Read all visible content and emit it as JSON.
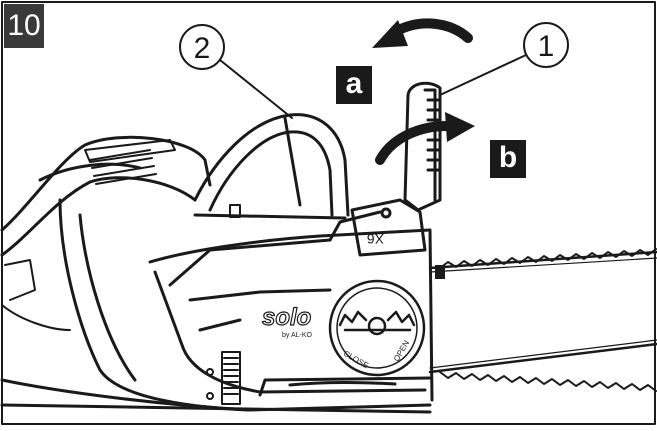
{
  "figure": {
    "number": "10",
    "callouts": [
      "1",
      "2"
    ],
    "direction_labels": [
      "a",
      "b"
    ],
    "brand_logo_text": "solo",
    "brand_sub_text": "by AL-KO",
    "dial_text_left": "CLOSE",
    "dial_text_right": "OPEN"
  },
  "colors": {
    "line": "#1a1a1a",
    "label_box": "#1a1a1a",
    "figure_number_box": "#3a3a3a",
    "background": "#ffffff"
  }
}
